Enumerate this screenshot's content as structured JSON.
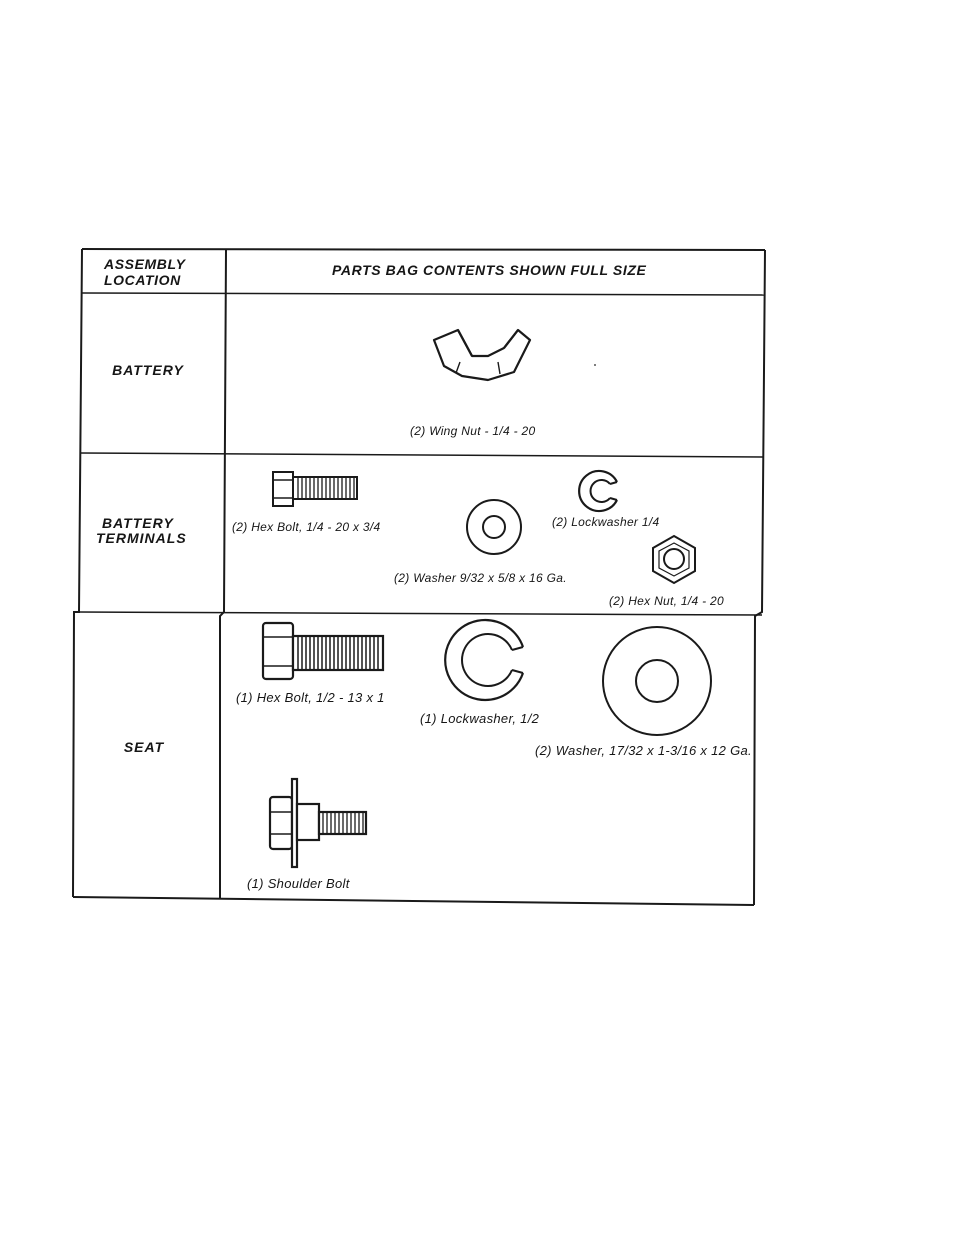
{
  "table": {
    "header": {
      "location": [
        "ASSEMBLY",
        "LOCATION"
      ],
      "contents": "PARTS BAG CONTENTS SHOWN FULL SIZE"
    },
    "rows": [
      {
        "location": [
          "BATTERY"
        ],
        "parts": [
          {
            "icon": "wing-nut",
            "caption": "(2) Wing Nut - 1/4 - 20"
          }
        ]
      },
      {
        "location": [
          "BATTERY",
          "TERMINALS"
        ],
        "parts": [
          {
            "icon": "hex-bolt",
            "caption": "(2) Hex Bolt, 1/4 - 20 x 3/4"
          },
          {
            "icon": "washer",
            "caption": "(2) Washer 9/32 x 5/8 x 16 Ga."
          },
          {
            "icon": "lockwasher",
            "caption": "(2) Lockwasher 1/4"
          },
          {
            "icon": "hex-nut",
            "caption": "(2) Hex Nut, 1/4 - 20"
          }
        ]
      },
      {
        "location": [
          "SEAT"
        ],
        "parts": [
          {
            "icon": "hex-bolt",
            "caption": "(1) Hex Bolt, 1/2 - 13 x 1"
          },
          {
            "icon": "lockwasher",
            "caption": "(1) Lockwasher, 1/2"
          },
          {
            "icon": "washer",
            "caption": "(2) Washer, 17/32 x 1-3/16 x 12 Ga."
          },
          {
            "icon": "shoulder-bolt",
            "caption": "(1) Shoulder Bolt"
          }
        ]
      }
    ]
  }
}
